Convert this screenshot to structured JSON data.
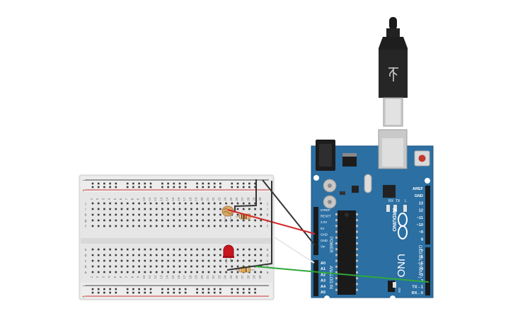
{
  "breadboard": {
    "columns": [
      "1",
      "2",
      "3",
      "4",
      "5",
      "6",
      "7",
      "8",
      "9",
      "10",
      "11",
      "12",
      "13",
      "14",
      "15",
      "16",
      "17",
      "18",
      "19",
      "20",
      "21",
      "22",
      "23",
      "24",
      "25",
      "26",
      "27",
      "28",
      "29",
      "30"
    ],
    "rows_top": [
      "j",
      "i",
      "h",
      "g",
      "f"
    ],
    "rows_bottom": [
      "e",
      "d",
      "c",
      "b",
      "a"
    ],
    "rail_minus": "−",
    "rail_plus": "+"
  },
  "arduino": {
    "brand": "ARDUINO",
    "model": "UNO",
    "power_header": "POWER",
    "analog_header": "ANALOG IN",
    "digital_header": "DIGITAL (PWM~)",
    "power_pins": [
      "IOREF",
      "RESET",
      "3.3V",
      "5V",
      "GND",
      "GND",
      "Vin"
    ],
    "analog_pins": [
      "A0",
      "A1",
      "A2",
      "A3",
      "A4",
      "A5"
    ],
    "digital_top": [
      "AREF",
      "GND",
      "13",
      "12",
      "~11",
      "~10",
      "~9",
      "8"
    ],
    "digital_bottom": [
      "7",
      "~6",
      "~5",
      "4",
      "~3",
      "2",
      "TX→1",
      "RX←0"
    ],
    "led_labels": [
      "RX",
      "TX",
      "L",
      "ON"
    ]
  },
  "colors": {
    "board_blue": "#2b6fa3",
    "wire_red": "#d42a2a",
    "wire_black": "#333333",
    "wire_green": "#2fa83a",
    "wire_white": "#f2f2f2",
    "led_red": "#c8141e"
  },
  "icons": {
    "usb_cable": "usb-cable-icon",
    "usb_symbol": "usb-symbol-icon"
  }
}
